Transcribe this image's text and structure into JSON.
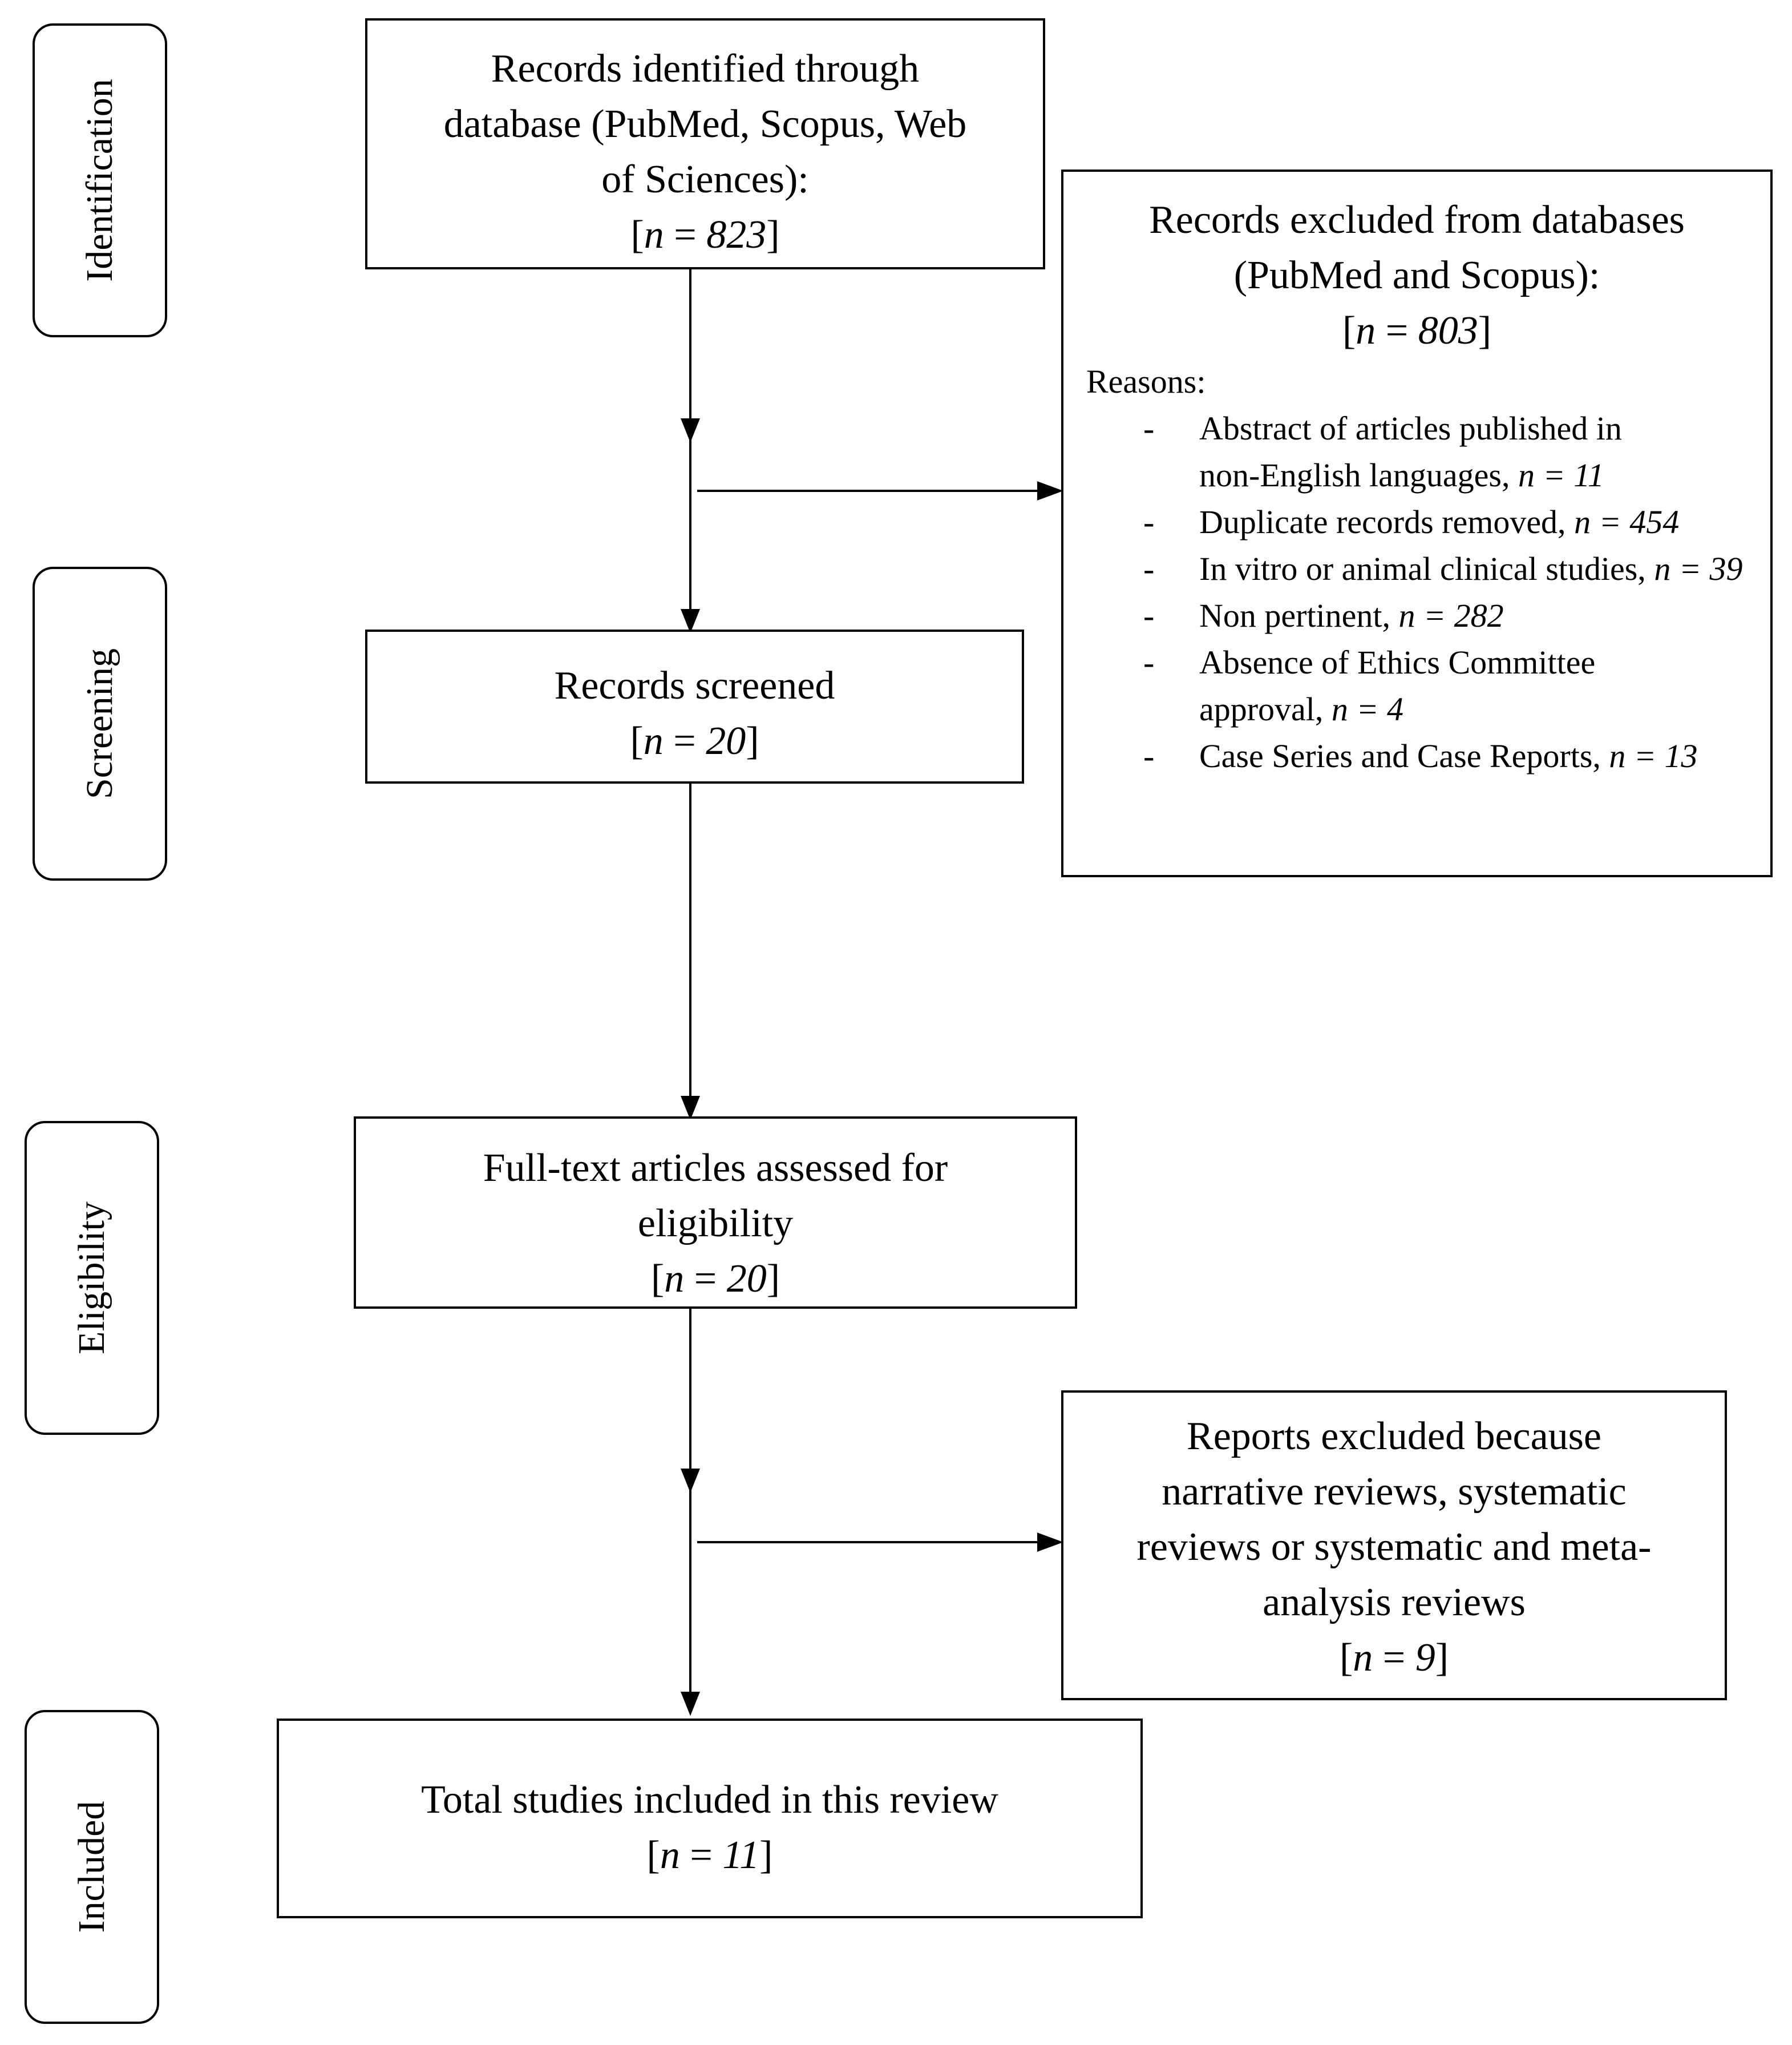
{
  "stages": [
    {
      "id": "identification",
      "label": "Identification"
    },
    {
      "id": "screening",
      "label": "Screening"
    },
    {
      "id": "eligibility",
      "label": "Eligibility"
    },
    {
      "id": "included",
      "label": "Included"
    }
  ],
  "identified": {
    "lines": [
      "Records identified through",
      "database (PubMed, Scopus, Web",
      "of Sciences):"
    ],
    "n": "823"
  },
  "excluded_db": {
    "lines": [
      "Records excluded from databases",
      "(PubMed and Scopus):"
    ],
    "n": "803",
    "reasons_heading": "Reasons:",
    "dash": "-",
    "reasons": [
      {
        "lines": [
          "Abstract of articles published in",
          "non-English languages,"
        ],
        "count": "n = 11"
      },
      {
        "lines": [
          "Duplicate records removed,"
        ],
        "count": "n = 454"
      },
      {
        "lines": [
          "In vitro or animal clinical studies,"
        ],
        "count": "n = 39"
      },
      {
        "lines": [
          "Non pertinent,"
        ],
        "count": "n = 282"
      },
      {
        "lines": [
          "Absence of Ethics Committee",
          "approval,"
        ],
        "count": "n = 4"
      },
      {
        "lines": [
          "Case Series and Case Reports,"
        ],
        "count": "n = 13"
      }
    ]
  },
  "screened": {
    "lines": [
      "Records screened"
    ],
    "n": "20"
  },
  "fulltext": {
    "lines": [
      "Full-text articles assessed for",
      "eligibility"
    ],
    "n": "20"
  },
  "excluded_reports": {
    "lines": [
      "Reports excluded because",
      "narrative reviews, systematic",
      "reviews or systematic and meta-",
      "analysis reviews"
    ],
    "n": "9"
  },
  "included": {
    "lines": [
      "Total studies included in this review"
    ],
    "n": "11"
  },
  "n_symbol": "n",
  "n_equals": " = "
}
